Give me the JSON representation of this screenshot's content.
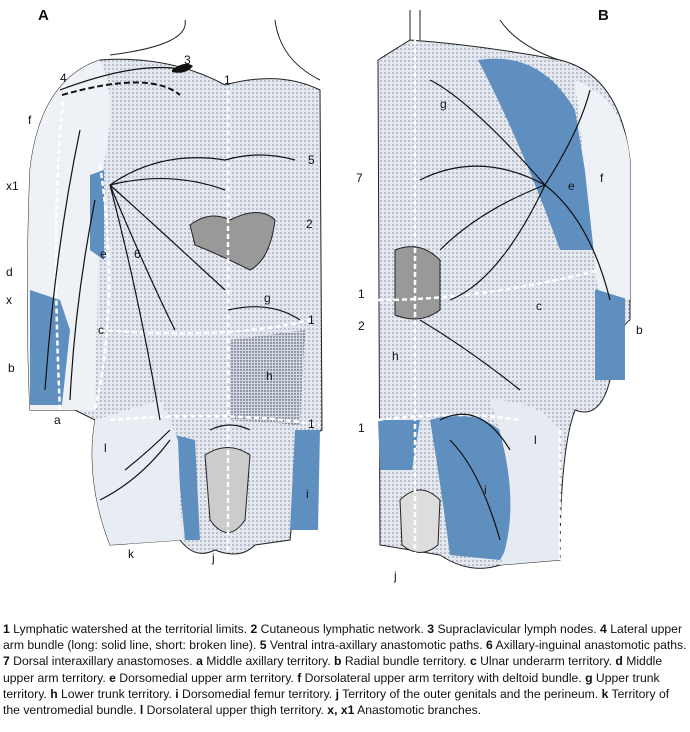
{
  "panels": {
    "A": {
      "title": "A",
      "labels": {
        "n3": "3",
        "n4": "4",
        "n1a": "1",
        "f": "f",
        "x1": "x1",
        "n5": "5",
        "n2": "2",
        "n6": "6",
        "e": "e",
        "d": "d",
        "x": "x",
        "c": "c",
        "b": "b",
        "a": "a",
        "g": "g",
        "n1b": "1",
        "h": "h",
        "n1c": "1",
        "l": "l",
        "i": "i",
        "k": "k",
        "j": "j"
      }
    },
    "B": {
      "title": "B",
      "labels": {
        "g": "g",
        "n7": "7",
        "e": "e",
        "f": "f",
        "n1a": "1",
        "n2": "2",
        "c": "c",
        "b": "b",
        "h": "h",
        "n1b": "1",
        "l": "l",
        "i": "i",
        "j": "j"
      }
    }
  },
  "colors": {
    "territory_blue": "#5f8fbf",
    "stipple": "#dfe5ee",
    "light": "#eef1f6",
    "line": "#111111"
  },
  "caption": [
    {
      "key": "1",
      "text": " Lymphatic watershed at the territorial limits. "
    },
    {
      "key": "2",
      "text": " Cutaneous lymphatic network. "
    },
    {
      "key": "3",
      "text": " Supraclavicular lymph nodes. "
    },
    {
      "key": "4",
      "text": " Lateral upper arm bundle (long: solid line, short: broken line). "
    },
    {
      "key": "5",
      "text": " Ventral intra-axillary anastomotic paths. "
    },
    {
      "key": "6",
      "text": " Axillary-inguinal anastomotic paths. "
    },
    {
      "key": "7",
      "text": " Dorsal interaxillary anastomoses. "
    },
    {
      "key": "a",
      "text": " Middle axillary territory. "
    },
    {
      "key": "b",
      "text": " Radial bundle territory. "
    },
    {
      "key": "c",
      "text": " Ulnar underarm territory. "
    },
    {
      "key": "d",
      "text": " Middle upper arm territory. "
    },
    {
      "key": "e",
      "text": " Dorsomedial upper arm territory. "
    },
    {
      "key": "f",
      "text": " Dorsolateral upper arm territory with deltoid bundle. "
    },
    {
      "key": "g",
      "text": " Upper trunk territory. "
    },
    {
      "key": "h",
      "text": " Lower trunk territory. "
    },
    {
      "key": "i",
      "text": " Dorsomedial femur territory. "
    },
    {
      "key": "j",
      "text": " Territory of the outer genitals and the perineum. "
    },
    {
      "key": "k",
      "text": " Territory of the ventromedial bundle. "
    },
    {
      "key": "l",
      "text": " Dorsolateral upper thigh territory. "
    },
    {
      "key": "x, x1",
      "text": " Anastomotic branches."
    }
  ]
}
